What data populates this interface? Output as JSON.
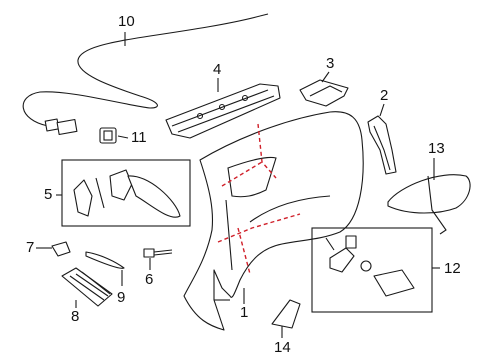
{
  "callouts": {
    "n1": "1",
    "n2": "2",
    "n3": "3",
    "n4": "4",
    "n5": "5",
    "n6": "6",
    "n7": "7",
    "n8": "8",
    "n9": "9",
    "n10": "10",
    "n11": "11",
    "n12": "12",
    "n13": "13",
    "n14": "14"
  },
  "colors": {
    "line": "#1a1a1a",
    "cut_line": "#d0202a",
    "background": "#ffffff"
  }
}
